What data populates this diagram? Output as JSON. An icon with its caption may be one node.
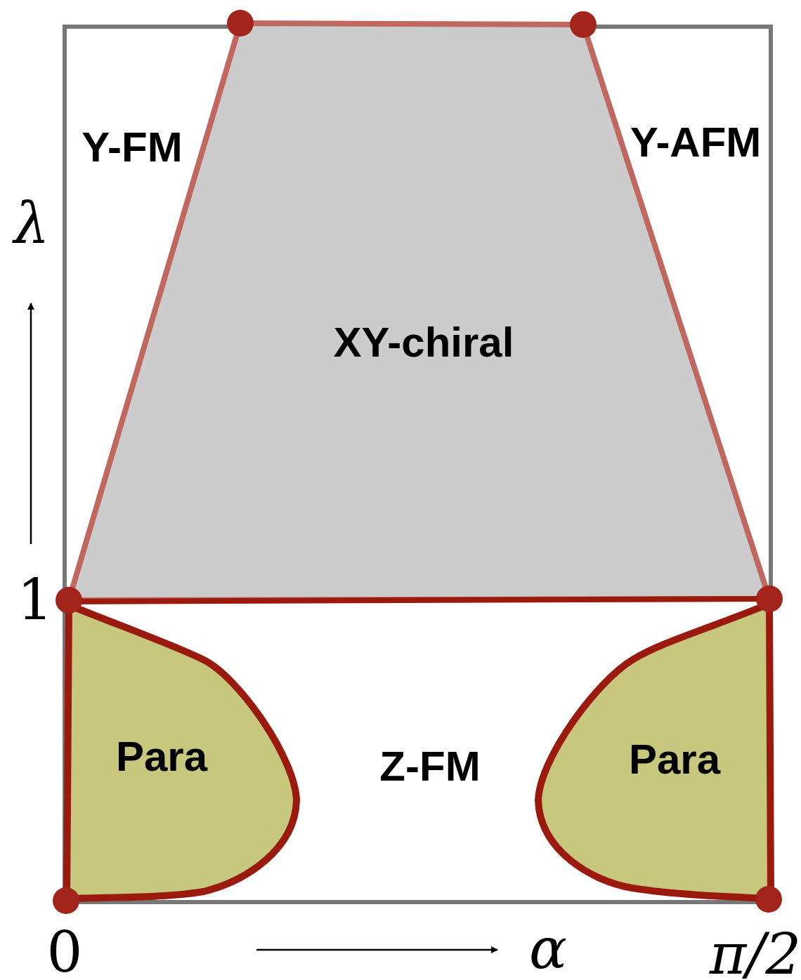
{
  "diagram": {
    "nodes": [
      {
        "text": [
          "XY-chiral"
        ]
      },
      {
        "text": [
          "Para"
        ]
      },
      {
        "text": [
          "Para"
        ]
      }
    ],
    "labels": [
      "Y-FM",
      "Y-AFM",
      "λ",
      "1",
      "Z-FM",
      "0",
      "α",
      "π/2"
    ]
  }
}
